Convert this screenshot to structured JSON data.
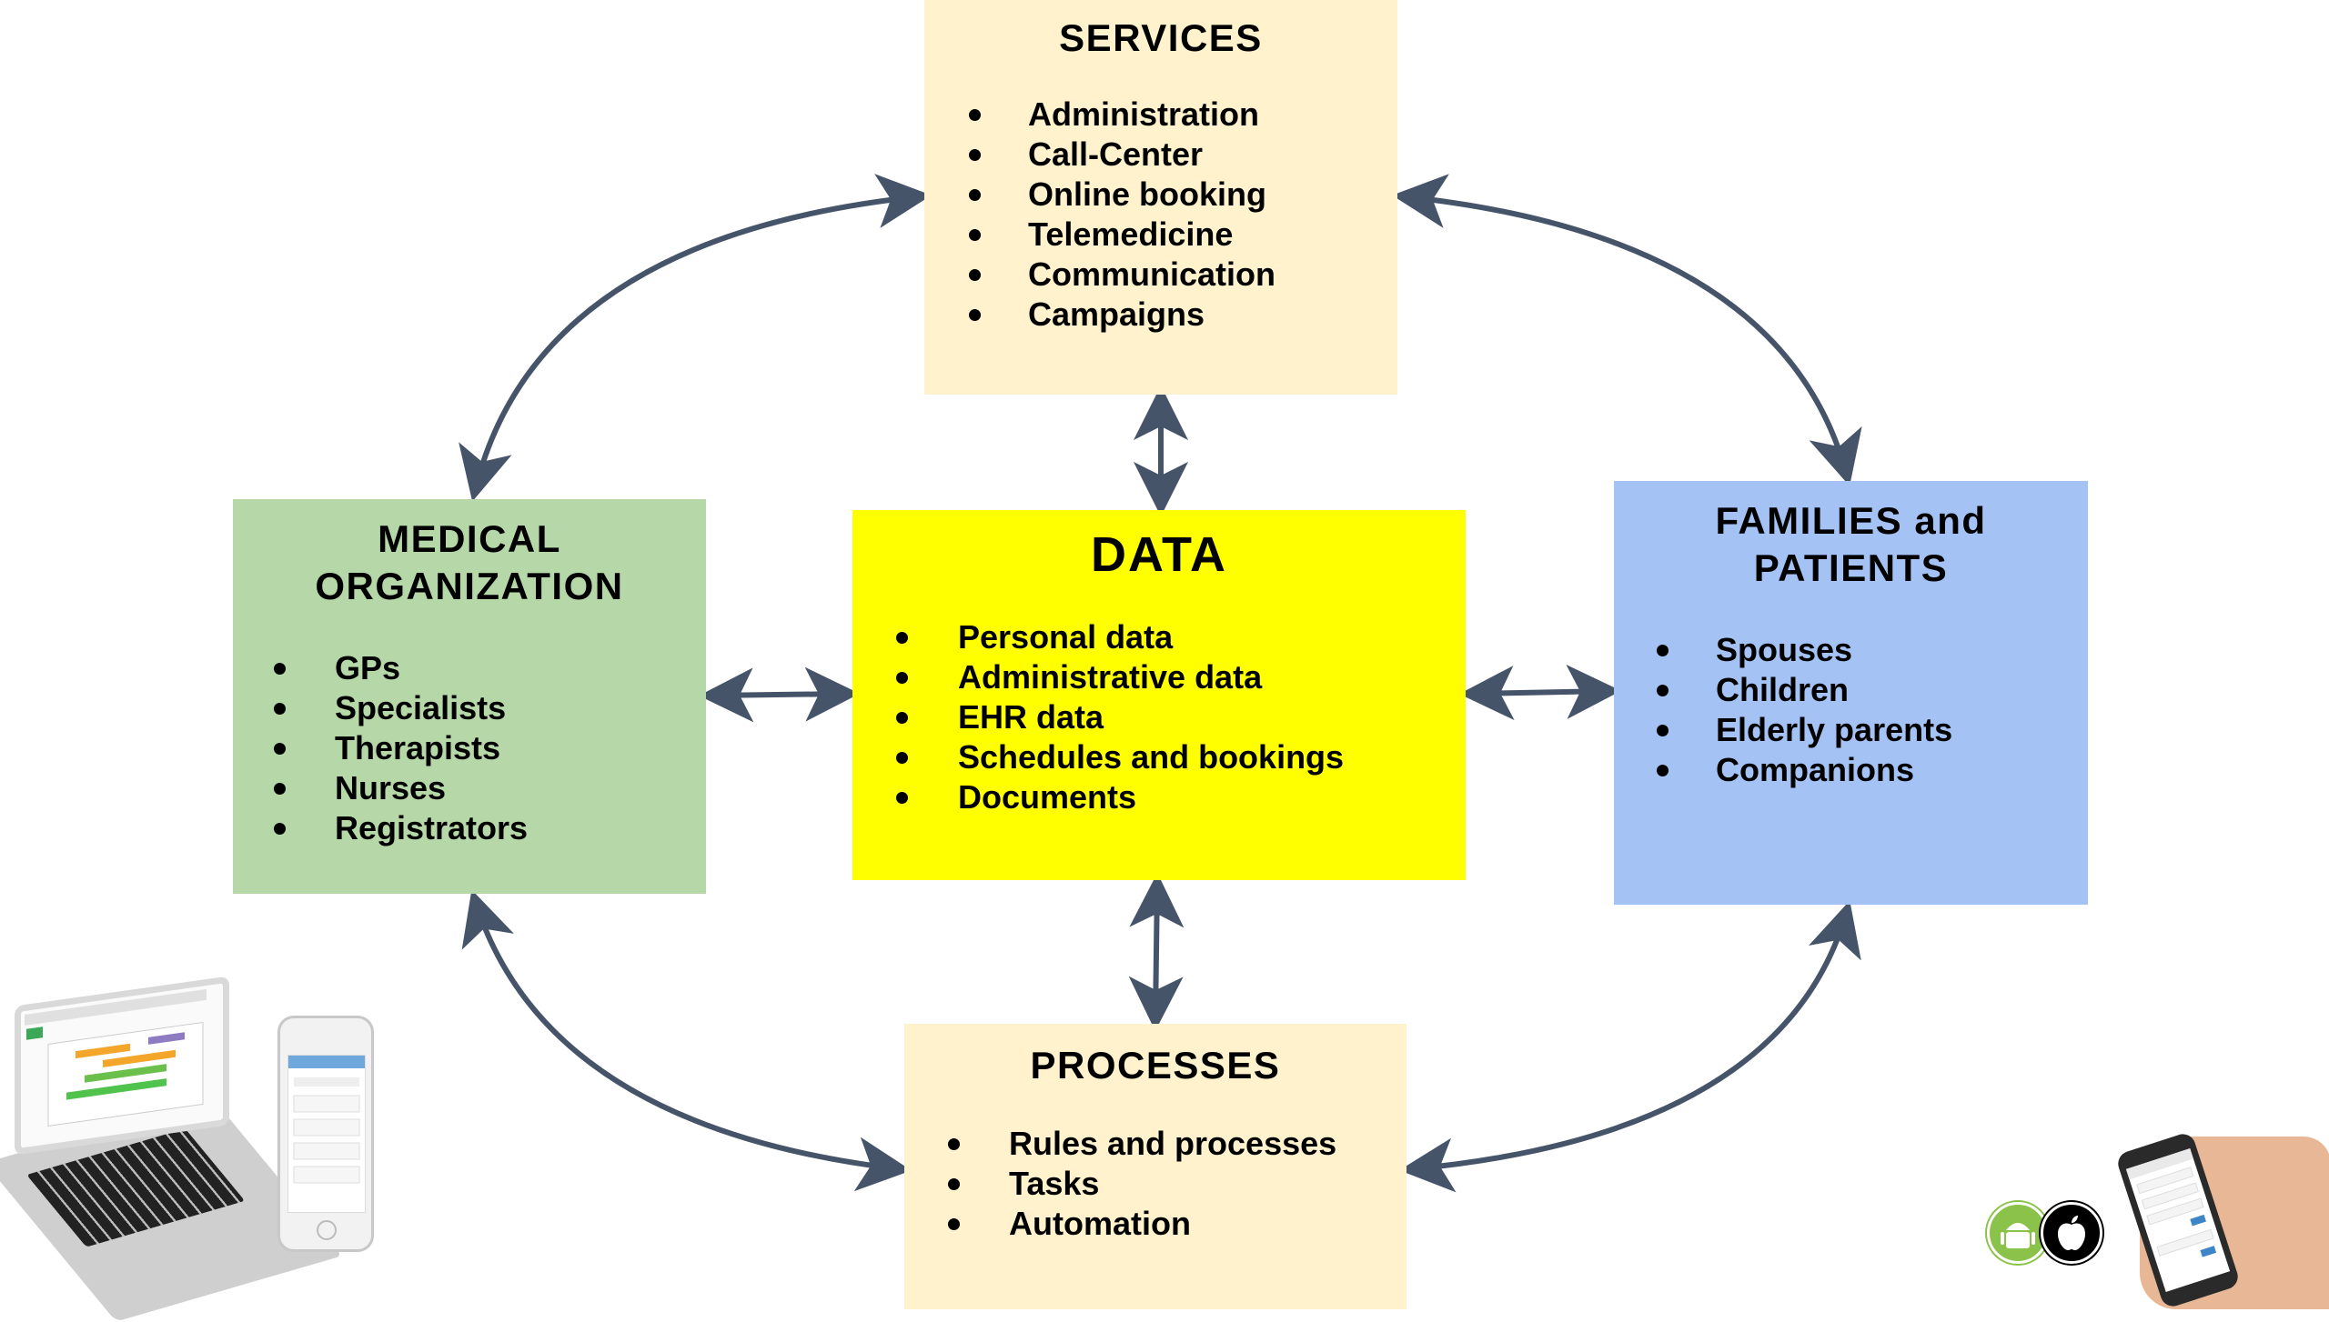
{
  "colors": {
    "arrow": "#46546a",
    "services_fill": "#fff2cc",
    "processes_fill": "#fff2cc",
    "medical_fill": "#b6d7a8",
    "data_fill": "#ffff00",
    "families_fill": "#a4c2f4"
  },
  "services": {
    "title": "SERVICES",
    "items": [
      "Administration",
      "Call-Center",
      "Online booking",
      "Telemedicine",
      "Communication",
      "Campaigns"
    ]
  },
  "medical": {
    "title_line1": "MEDICAL",
    "title_line2": "ORGANIZATION",
    "items": [
      "GPs",
      "Specialists",
      "Therapists",
      "Nurses",
      "Registrators"
    ]
  },
  "data_box": {
    "title": "DATA",
    "items": [
      "Personal data",
      "Administrative data",
      "EHR data",
      "Schedules and bookings",
      "Documents"
    ]
  },
  "families": {
    "title_line1": "FAMILIES and",
    "title_line2": "PATIENTS",
    "items": [
      "Spouses",
      "Children",
      "Elderly parents",
      "Companions"
    ]
  },
  "processes": {
    "title": "PROCESSES",
    "items": [
      "Rules and processes",
      "Tasks",
      "Automation"
    ]
  },
  "icons": [
    "laptop-illustration",
    "smartphone-illustration",
    "android-icon",
    "apple-icon",
    "hand-holding-phone-illustration"
  ]
}
